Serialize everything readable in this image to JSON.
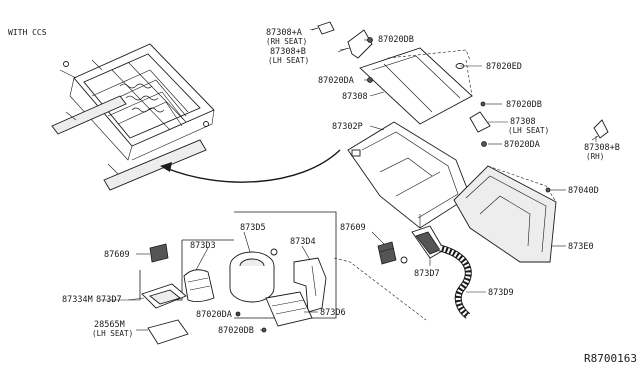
{
  "header": {
    "note": "WITH CCS"
  },
  "reference_code": "R8700163",
  "labels": {
    "p87308A": "87308+A",
    "rh_seat_paren": "(RH SEAT)",
    "p87308B": "87308+B",
    "lh_seat_paren": "(LH SEAT)",
    "p87020DB_top": "87020DB",
    "p87020DA_top": "87020DA",
    "p87308": "87308",
    "p87020ED": "87020ED",
    "p87020DB_right": "87020DB",
    "p87308_lh": "87308",
    "lh_seat_paren_2": "(LH SEAT)",
    "p87302P": "87302P",
    "p87020DA_mid": "87020DA",
    "p87308B_rh": "87308+B",
    "rh_paren": "(RH)",
    "p87040D": "87040D",
    "p873E0": "873E0",
    "p87609_right": "87609",
    "p873D7_right": "873D7",
    "p873D9": "873D9",
    "p873D5": "873D5",
    "p87609_left": "87609",
    "p873D3": "873D3",
    "p873D4": "873D4",
    "p87334M": "87334M",
    "p873D7_left": "873D7",
    "p87020DA_bottom": "87020DA",
    "p873D6": "873D6",
    "p28565M": "28565M",
    "lh_seat_paren_3": "(LH SEAT)",
    "p87020DB_bottom": "87020DB"
  }
}
